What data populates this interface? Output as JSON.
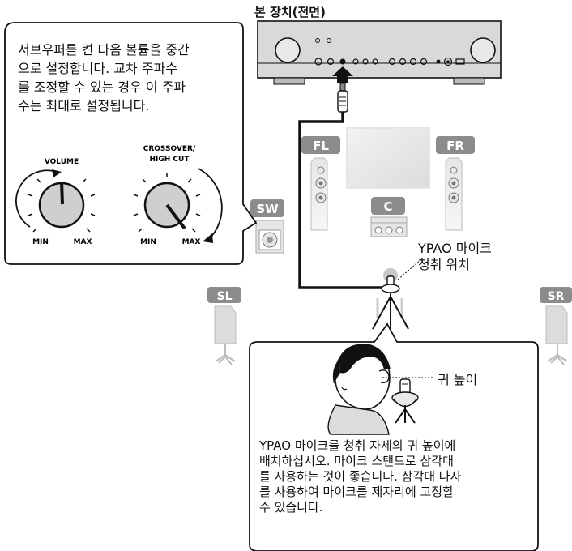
{
  "header": {
    "title": "본 장치(전면)"
  },
  "callout": {
    "lines": [
      "서브우퍼를 켠 다음 볼륨을 중간",
      "으로 설정합니다. 교차 주파수",
      "를 조정할 수 있는 경우 이 주파",
      "수는 최대로 설정됩니다."
    ],
    "volume_knob": {
      "title": "VOLUME",
      "min": "MIN",
      "max": "MAX"
    },
    "crossover_knob": {
      "title_line1": "CROSSOVER/",
      "title_line2": "HIGH CUT",
      "min": "MIN",
      "max": "MAX"
    }
  },
  "speakers": {
    "fl": "FL",
    "fr": "FR",
    "c": "C",
    "sw": "SW",
    "sl": "SL",
    "sr": "SR"
  },
  "mic_position_label": [
    "YPAO 마이크",
    "청취 위치"
  ],
  "ear_label": "귀 높이",
  "instruction": {
    "lines": [
      "YPAO 마이크를 청취 자세의 귀 높이에",
      "배치하십시오. 마이크 스탠드로 삼각대",
      "를 사용하는 것이 좋습니다. 삼각대 나사",
      "를 사용하여 마이크를 제자리에 고정할",
      "수 있습니다."
    ]
  },
  "colors": {
    "badge": "#8c8c8c",
    "panel": "#d7d7d7",
    "speaker": "#cfcfcf",
    "line": "#111111"
  }
}
